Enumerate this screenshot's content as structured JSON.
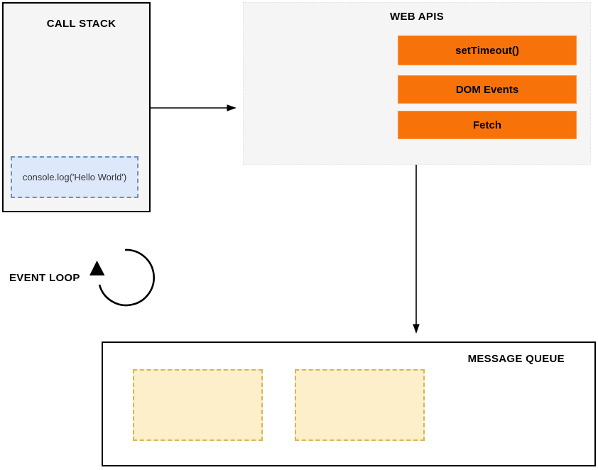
{
  "diagram": {
    "call_stack": {
      "title": "CALL STACK",
      "frames": [
        {
          "label": "console.log('Hello World')"
        }
      ]
    },
    "web_apis": {
      "title": "WEB APIS",
      "apis": [
        {
          "label": "setTimeout()"
        },
        {
          "label": "DOM Events"
        },
        {
          "label": "Fetch"
        }
      ]
    },
    "event_loop": {
      "label": "EVENT LOOP",
      "icon": "circular-arrow-counterclockwise"
    },
    "message_queue": {
      "title": "MESSAGE QUEUE",
      "tasks": [
        {
          "label": ""
        },
        {
          "label": ""
        }
      ]
    },
    "arrows": [
      {
        "name": "callstack-to-webapis",
        "direction": "right"
      },
      {
        "name": "webapis-to-messagequeue",
        "direction": "down"
      }
    ],
    "colors": {
      "panel_gray": "#f5f5f5",
      "panel_border_black": "#000000",
      "accent_orange": "#f77309",
      "frame_blue_fill": "#dde9fb",
      "frame_blue_border": "#6c8ebf",
      "task_yellow_fill": "#fdefca",
      "task_yellow_border": "#d6b656"
    }
  }
}
